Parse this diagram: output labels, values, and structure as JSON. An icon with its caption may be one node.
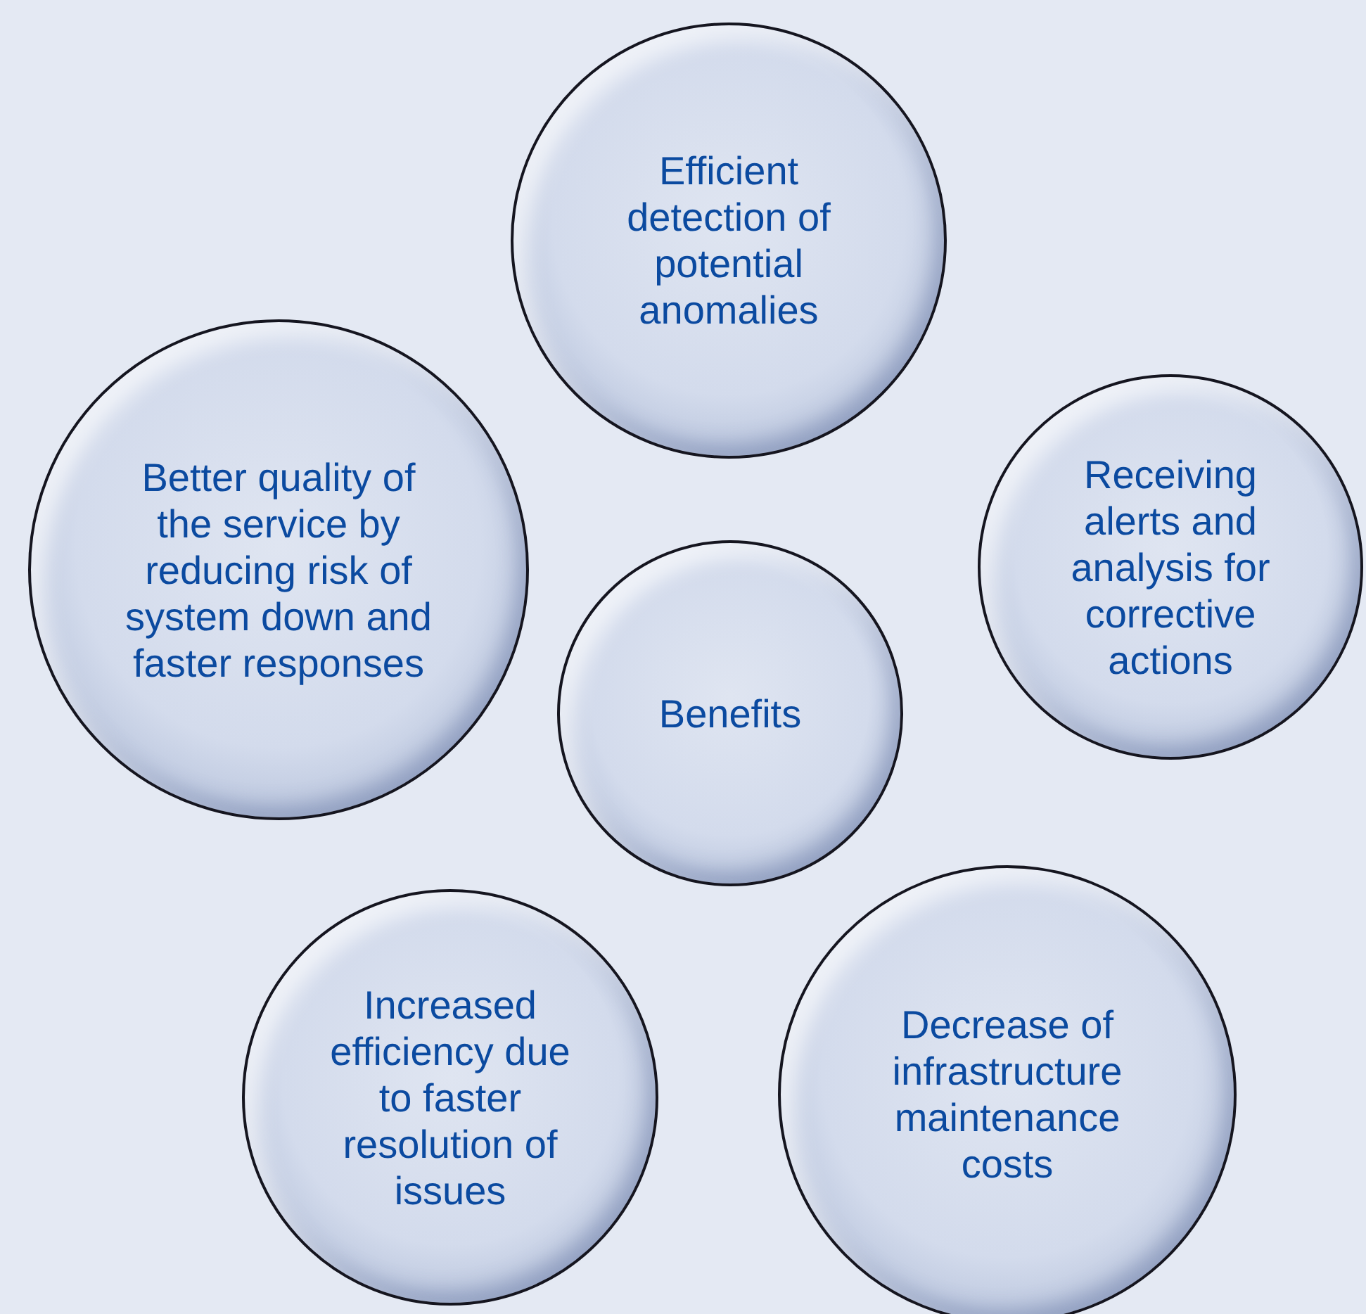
{
  "diagram": {
    "nodes": [
      {
        "text": [
          "Efficient detection of potential anomalies"
        ]
      },
      {
        "text": [
          "Better quality of the service by reducing risk of system down and faster responses"
        ]
      },
      {
        "text": [
          "Receiving alerts and analysis for corrective actions"
        ]
      },
      {
        "text": [
          "Benefits"
        ]
      },
      {
        "text": [
          "Increased efficiency due to faster resolution of issues"
        ]
      },
      {
        "text": [
          "Decrease of infrastructure maintenance costs"
        ]
      }
    ]
  }
}
